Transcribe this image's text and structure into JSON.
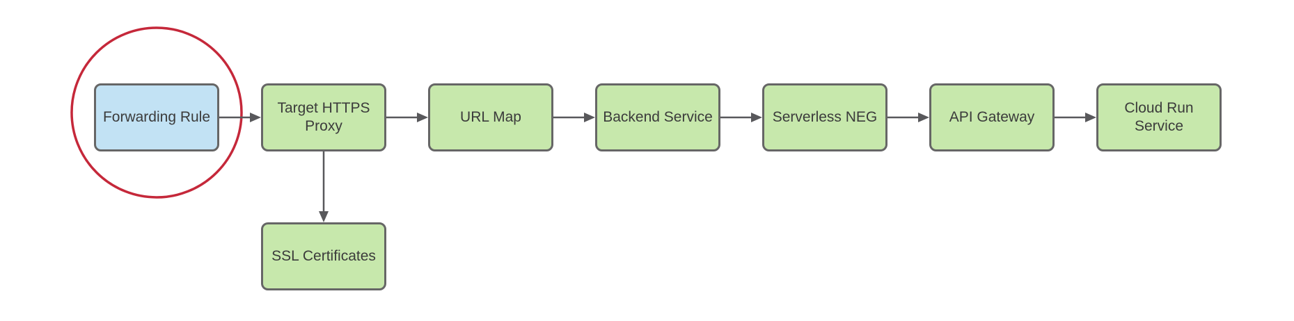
{
  "diagram": {
    "type": "flowchart",
    "nodes": [
      {
        "id": "forwarding-rule",
        "label": "Forwarding Rule",
        "fill": "blue",
        "highlighted": true
      },
      {
        "id": "target-https-proxy",
        "label": "Target HTTPS\nProxy",
        "fill": "green",
        "highlighted": false
      },
      {
        "id": "url-map",
        "label": "URL Map",
        "fill": "green",
        "highlighted": false
      },
      {
        "id": "backend-service",
        "label": "Backend Service",
        "fill": "green",
        "highlighted": false
      },
      {
        "id": "serverless-neg",
        "label": "Serverless NEG",
        "fill": "green",
        "highlighted": false
      },
      {
        "id": "api-gateway",
        "label": "API Gateway",
        "fill": "green",
        "highlighted": false
      },
      {
        "id": "cloud-run-service",
        "label": "Cloud Run\nService",
        "fill": "green",
        "highlighted": false
      },
      {
        "id": "ssl-certificates",
        "label": "SSL Certificates",
        "fill": "green",
        "highlighted": false
      }
    ],
    "edges": [
      {
        "from": "forwarding-rule",
        "to": "target-https-proxy",
        "direction": "right"
      },
      {
        "from": "target-https-proxy",
        "to": "url-map",
        "direction": "right"
      },
      {
        "from": "url-map",
        "to": "backend-service",
        "direction": "right"
      },
      {
        "from": "backend-service",
        "to": "serverless-neg",
        "direction": "right"
      },
      {
        "from": "serverless-neg",
        "to": "api-gateway",
        "direction": "right"
      },
      {
        "from": "api-gateway",
        "to": "cloud-run-service",
        "direction": "right"
      },
      {
        "from": "target-https-proxy",
        "to": "ssl-certificates",
        "direction": "down"
      }
    ],
    "annotations": [
      {
        "shape": "circle",
        "around": "forwarding-rule",
        "color": "#c5283a"
      }
    ],
    "colors": {
      "node_fill_green": "#c7e8ac",
      "node_fill_blue": "#c2e2f4",
      "node_border": "#666666",
      "arrow": "#58585b",
      "highlight_circle": "#c5283a",
      "text": "#3b3b3b",
      "background": "#ffffff"
    }
  }
}
